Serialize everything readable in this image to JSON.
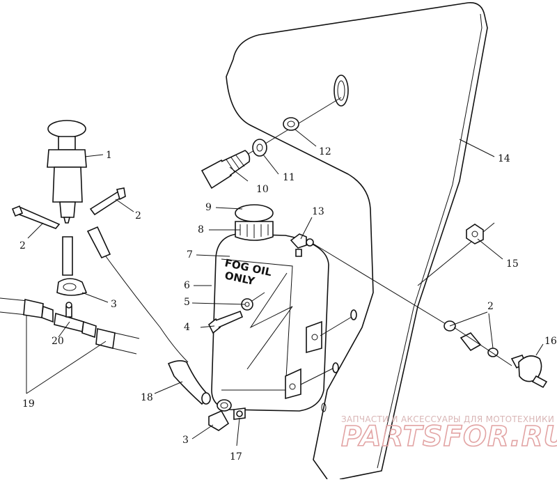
{
  "tank_text": [
    "FOG OIL",
    "ONLY"
  ],
  "callouts": [
    "1",
    "2",
    "2",
    "3",
    "4",
    "5",
    "6",
    "7",
    "8",
    "9",
    "10",
    "11",
    "12",
    "13",
    "14",
    "15",
    "2",
    "16",
    "17",
    "18",
    "3",
    "19",
    "20"
  ],
  "watermark": {
    "tagline": "ЗАПЧАСТИ И АКСЕССУАРЫ ДЛЯ МОТОТЕХНИКИ",
    "logo": "PARTSFOR.RU",
    "color": "#e2a3a3"
  }
}
